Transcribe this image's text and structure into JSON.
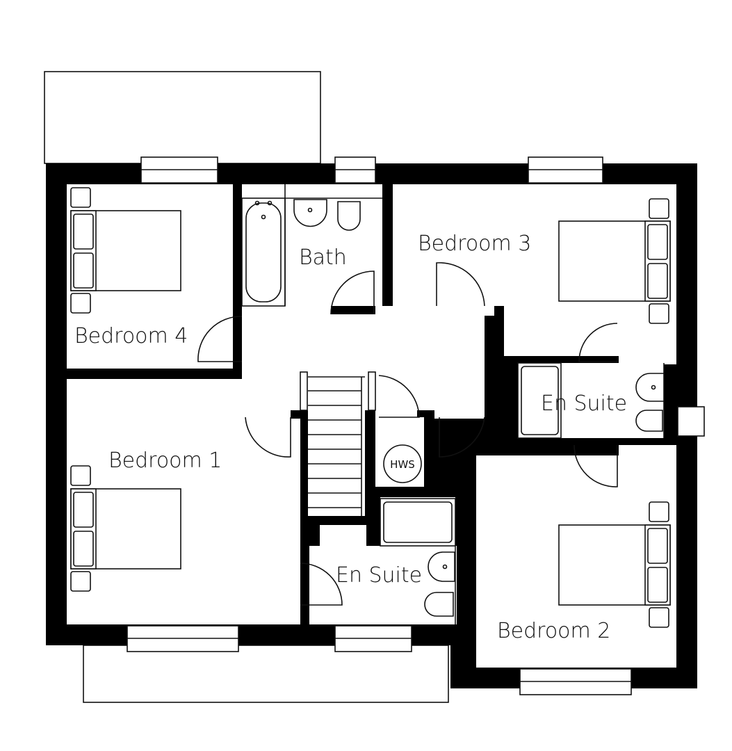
{
  "rooms": {
    "bedroom_1": "Bedroom 1",
    "bedroom_2": "Bedroom 2",
    "bedroom_3": "Bedroom 3",
    "bedroom_4": "Bedroom 4",
    "bath": "Bath",
    "en_suite_upper": "En Suite",
    "en_suite_lower": "En Suite",
    "hws": "HWS"
  },
  "colors": {
    "wall": "#000000",
    "floor": "#ffffff",
    "line": "#111111"
  }
}
